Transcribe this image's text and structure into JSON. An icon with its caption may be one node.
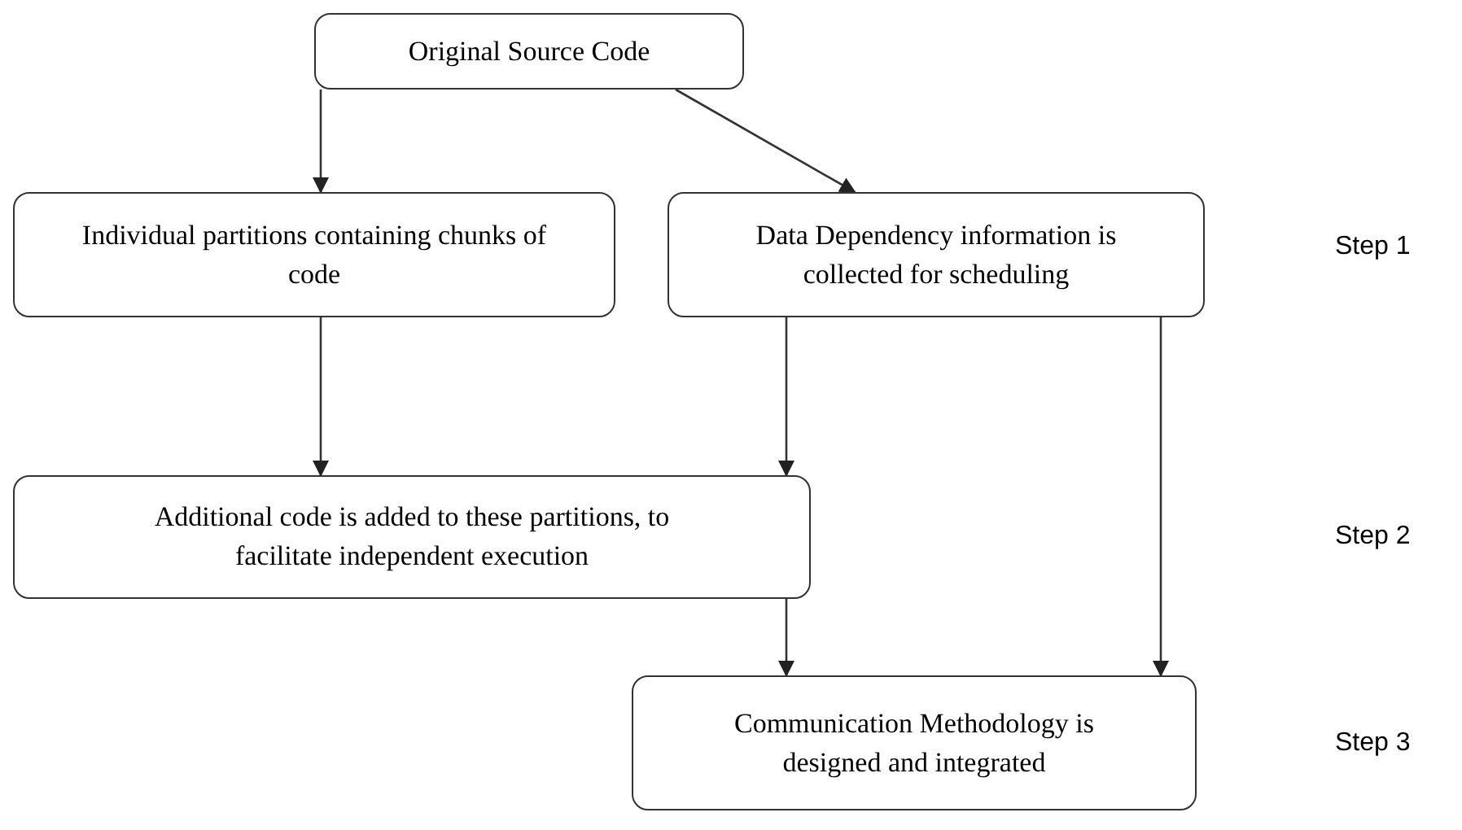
{
  "diagram": {
    "nodes": [
      {
        "text": [
          "Original Source Code"
        ]
      },
      {
        "text": [
          "Individual partitions containing chunks of code"
        ]
      },
      {
        "text": [
          "Data Dependency information is collected for scheduling"
        ]
      },
      {
        "text": [
          "Additional code is added to these partitions, to facilitate independent execution"
        ]
      },
      {
        "text": [
          "Communication Methodology is designed and integrated"
        ]
      }
    ],
    "edges": [
      {
        "from": 0,
        "to": 1,
        "arrow": "to"
      },
      {
        "from": 0,
        "to": 2,
        "arrow": "to"
      },
      {
        "from": 1,
        "to": 3,
        "arrow": "to"
      },
      {
        "from": 2,
        "to": 3,
        "arrow": "to"
      },
      {
        "from": 3,
        "to": 4,
        "arrow": "to"
      },
      {
        "from": 2,
        "to": 4,
        "arrow": "to"
      }
    ],
    "labels": [
      "Step 1",
      "Step 2",
      "Step 3"
    ]
  }
}
